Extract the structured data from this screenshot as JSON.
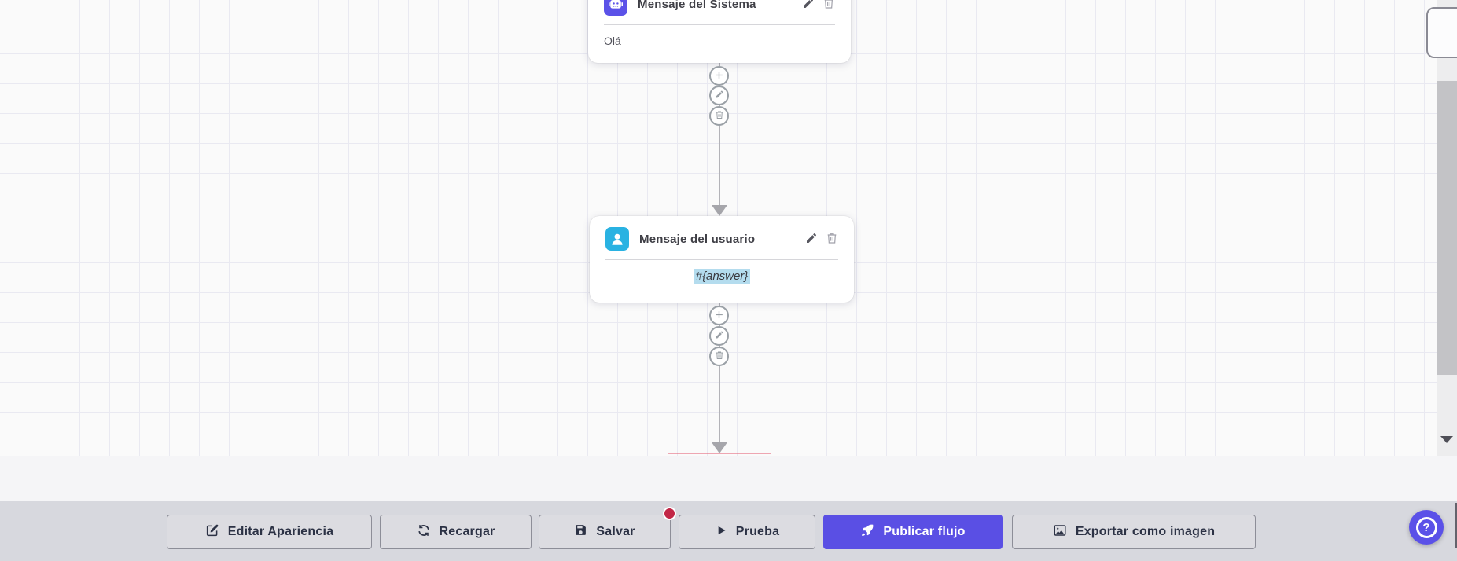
{
  "canvas": {
    "nodes": [
      {
        "title": "Mensaje del Sistema",
        "content": "Olá",
        "icon": "robot-icon",
        "icon_color": "#5b52e8"
      },
      {
        "title": "Mensaje del usuario",
        "content": "#{answer}",
        "icon": "user-icon",
        "icon_color": "#29b2e2",
        "highlight_color": "#b4dcee"
      }
    ],
    "connector_actions": [
      "add",
      "edit",
      "delete"
    ],
    "colors": {
      "background": "#fafafa",
      "grid": "#e9e9f1",
      "line": "#b3b3b8"
    }
  },
  "toolbar": {
    "buttons": [
      {
        "label": "Editar Apariencia",
        "icon": "edit-icon"
      },
      {
        "label": "Recargar",
        "icon": "refresh-icon"
      },
      {
        "label": "Salvar",
        "icon": "save-icon",
        "badge": "unsaved-dot"
      },
      {
        "label": "Prueba",
        "icon": "play-icon"
      },
      {
        "label": "Publicar flujo",
        "icon": "rocket-icon",
        "primary": true
      },
      {
        "label": "Exportar como imagen",
        "icon": "image-icon"
      }
    ],
    "colors": {
      "primary": "#5a4fe4",
      "badge": "#c22747",
      "bar": "#d7d8de",
      "button": "#dcdce1"
    }
  },
  "help": {
    "label": "?",
    "color": "#5b51e8"
  }
}
